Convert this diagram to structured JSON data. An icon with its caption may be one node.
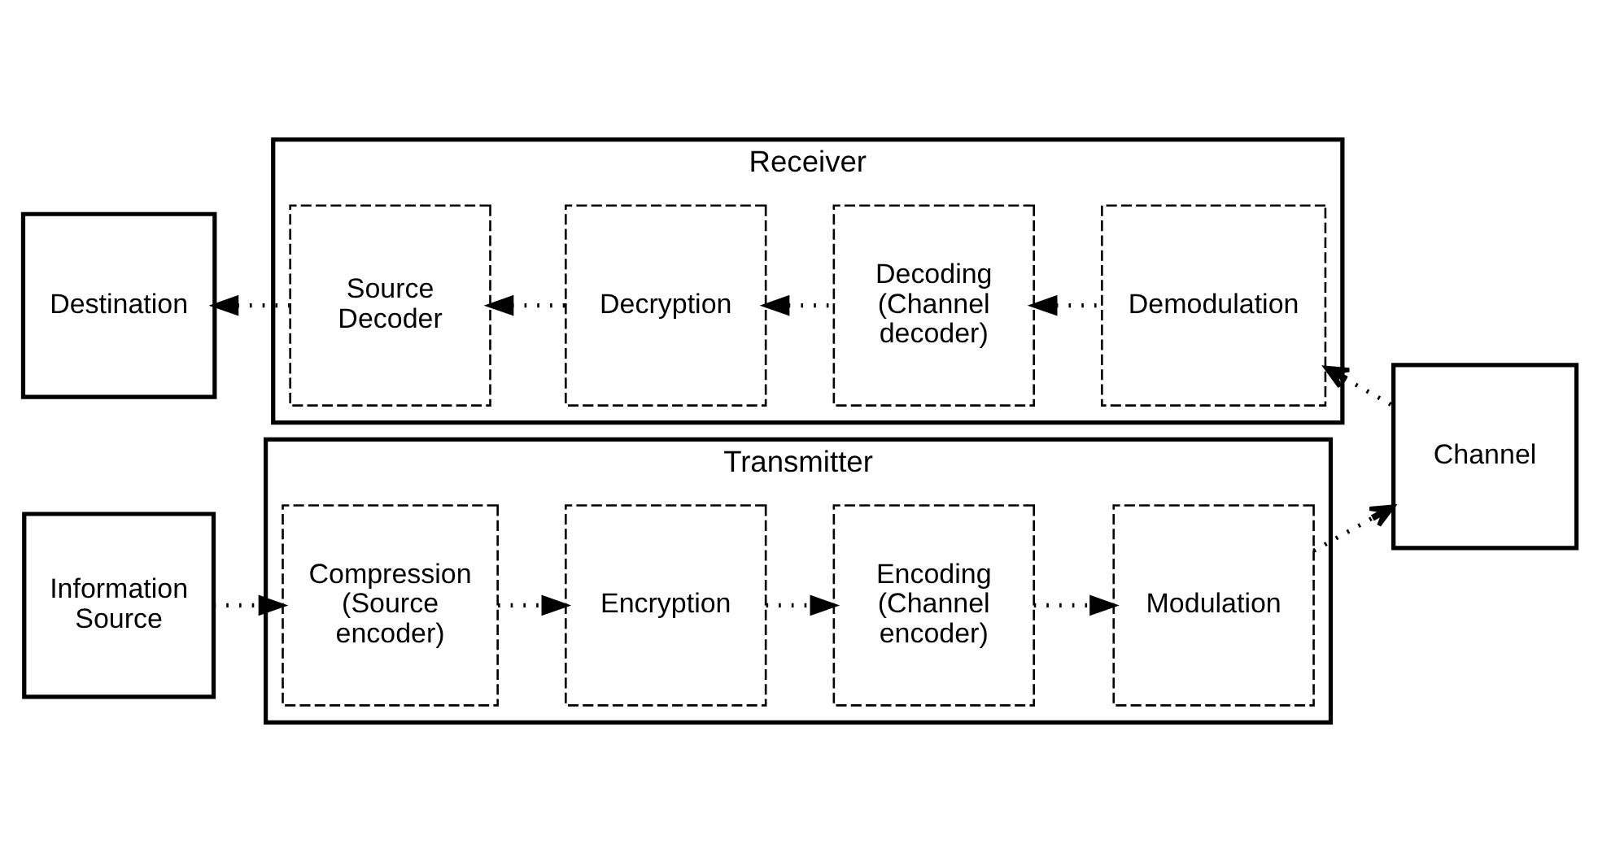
{
  "diagram": {
    "nodes": [
      {
        "text": [
          "Transmitter"
        ]
      },
      {
        "text": [
          "Information Source"
        ]
      },
      {
        "text": [
          "Compression (Source encoder)"
        ],
        "in": 0
      },
      {
        "text": [
          "Encryption"
        ],
        "in": 0
      },
      {
        "text": [
          "Encoding (Channel encoder)"
        ],
        "in": 0
      },
      {
        "text": [
          "Modulation"
        ],
        "in": 0
      },
      {
        "text": [
          "Channel"
        ]
      },
      {
        "text": [
          "Receiver"
        ]
      },
      {
        "text": [
          "Destination"
        ]
      },
      {
        "text": [
          "Source Decoder"
        ],
        "in": 7
      },
      {
        "text": [
          "Decryption"
        ],
        "in": 7
      },
      {
        "text": [
          "Decoding (Channel decoder)"
        ],
        "in": 7
      },
      {
        "text": [
          "Demodulation"
        ],
        "in": 7
      }
    ],
    "edges": [
      {
        "from": 1,
        "to": 2,
        "arrow": "to"
      },
      {
        "from": 2,
        "to": 3,
        "arrow": "to"
      },
      {
        "from": 3,
        "to": 4,
        "arrow": "to"
      },
      {
        "from": 4,
        "to": 5,
        "arrow": "to"
      },
      {
        "from": 5,
        "to": 6,
        "arrow": "to"
      },
      {
        "from": 6,
        "to": 12,
        "arrow": "to"
      },
      {
        "from": 12,
        "to": 11,
        "arrow": "to"
      },
      {
        "from": 11,
        "to": 10,
        "arrow": "to"
      },
      {
        "from": 10,
        "to": 9,
        "arrow": "to"
      },
      {
        "from": 9,
        "to": 8,
        "arrow": "to"
      }
    ]
  }
}
